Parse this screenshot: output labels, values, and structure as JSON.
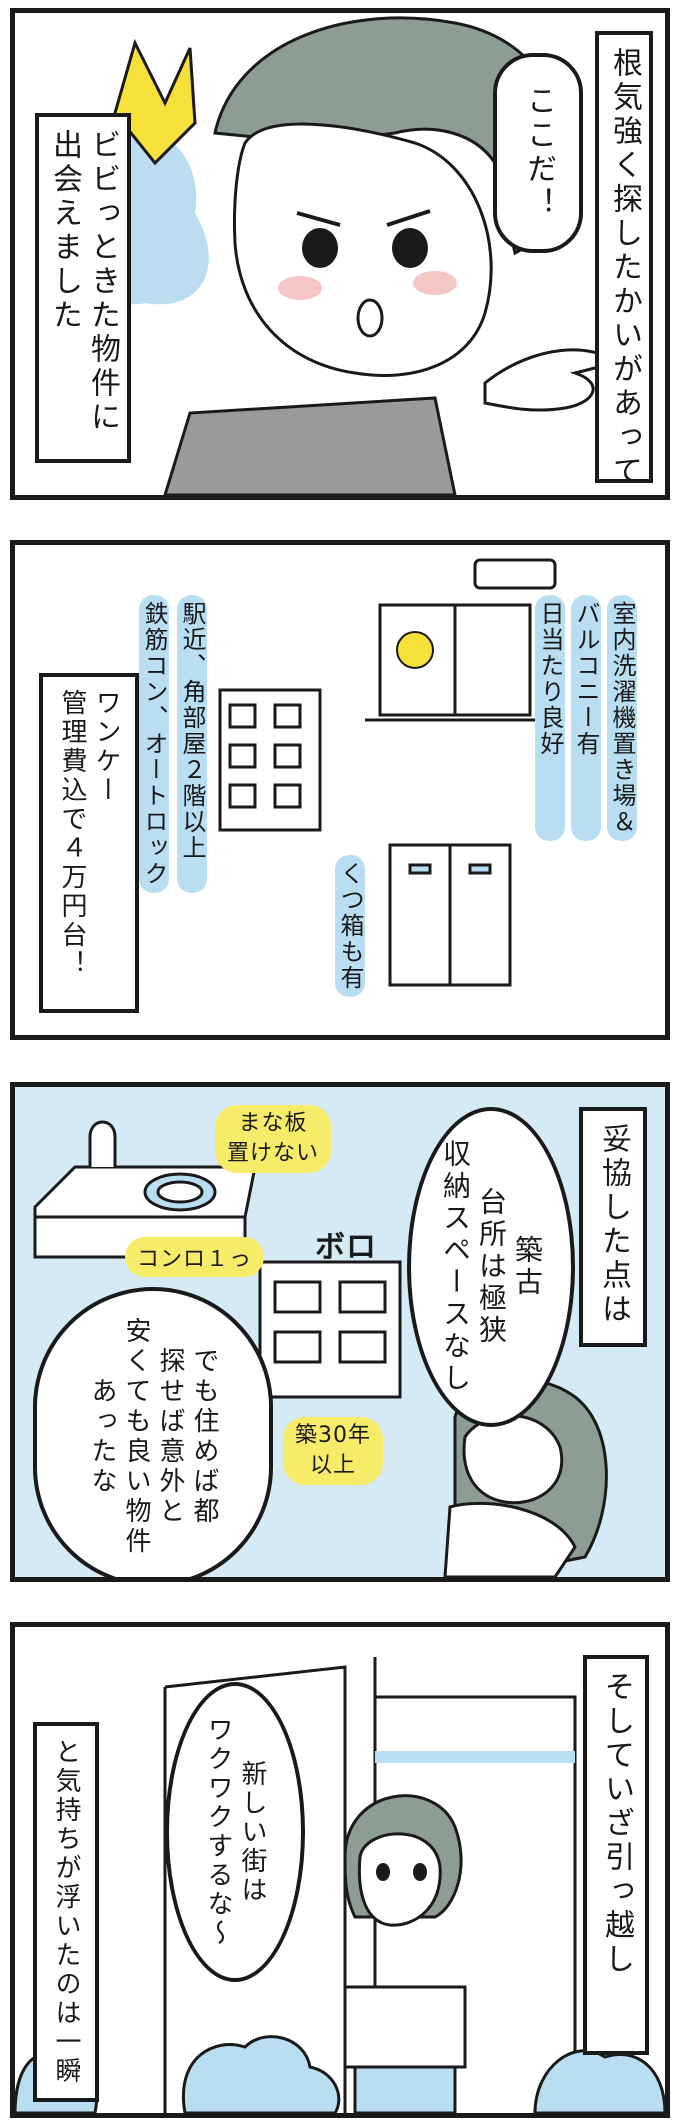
{
  "panel1": {
    "narration_right": "根気強く探したかいがあって",
    "speech": "ここだ！",
    "narration_left": [
      "ビビっときた物件に",
      "出会えました"
    ]
  },
  "panel2": {
    "narration": [
      "ワンケー",
      "管理費込で４万円台！"
    ],
    "note_building": [
      "駅近、角部屋２階以上",
      "鉄筋コン、オートロック"
    ],
    "note_window": [
      "室内洗濯機置き場＆",
      "バルコニー有",
      "日当たり良好"
    ],
    "note_shoebox": "くつ箱も有"
  },
  "panel3": {
    "narration": "妥協した点は",
    "bubble": [
      "築古",
      "台所は極狭",
      "収納スペースなし"
    ],
    "thought": [
      "でも住めば都",
      "探せば意外と",
      "安くても良い物件",
      "あったな"
    ],
    "label_board": [
      "まな板",
      "置けない"
    ],
    "label_stove": "コンロ１っ",
    "label_boro": "ボロ",
    "label_age": [
      "築30年",
      "以上"
    ]
  },
  "panel4": {
    "narration_right": "そしていざ引っ越し",
    "bubble": [
      "新しい街は",
      "ワクワクするな〜"
    ],
    "narration_left": "と気持ちが浮いたのは一瞬"
  },
  "colors": {
    "accent_blue": "#b9ddf1",
    "accent_yellow": "#f6ec6a",
    "hair": "#8e9d94",
    "ink": "#1a1a1a"
  }
}
